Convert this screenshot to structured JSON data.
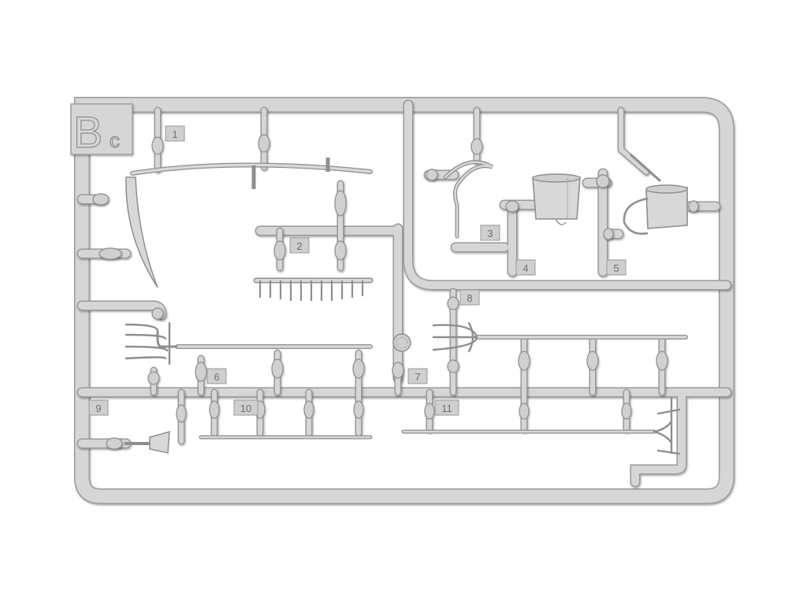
{
  "sprue": {
    "id_letter": "B",
    "id_suffix": "c",
    "part_numbers": [
      "1",
      "2",
      "3",
      "4",
      "5",
      "6",
      "7",
      "8",
      "9",
      "10",
      "11"
    ]
  },
  "colors": {
    "plastic": "#d6d6d6",
    "plastic_edge": "#9a9a9a",
    "tag_fill": "#cfcfcf",
    "background": "#ffffff"
  },
  "parts": [
    {
      "number": "1",
      "name": "scythe"
    },
    {
      "number": "2",
      "name": "rake"
    },
    {
      "number": "3",
      "name": "sickle"
    },
    {
      "number": "4",
      "name": "bucket"
    },
    {
      "number": "5",
      "name": "watering can"
    },
    {
      "number": "6",
      "name": "pitchfork"
    },
    {
      "number": "7",
      "name": "spray nozzle"
    },
    {
      "number": "8",
      "name": "hay fork"
    },
    {
      "number": "9",
      "name": "shovel blade"
    },
    {
      "number": "10",
      "name": "handle"
    },
    {
      "number": "11",
      "name": "long handle"
    }
  ]
}
